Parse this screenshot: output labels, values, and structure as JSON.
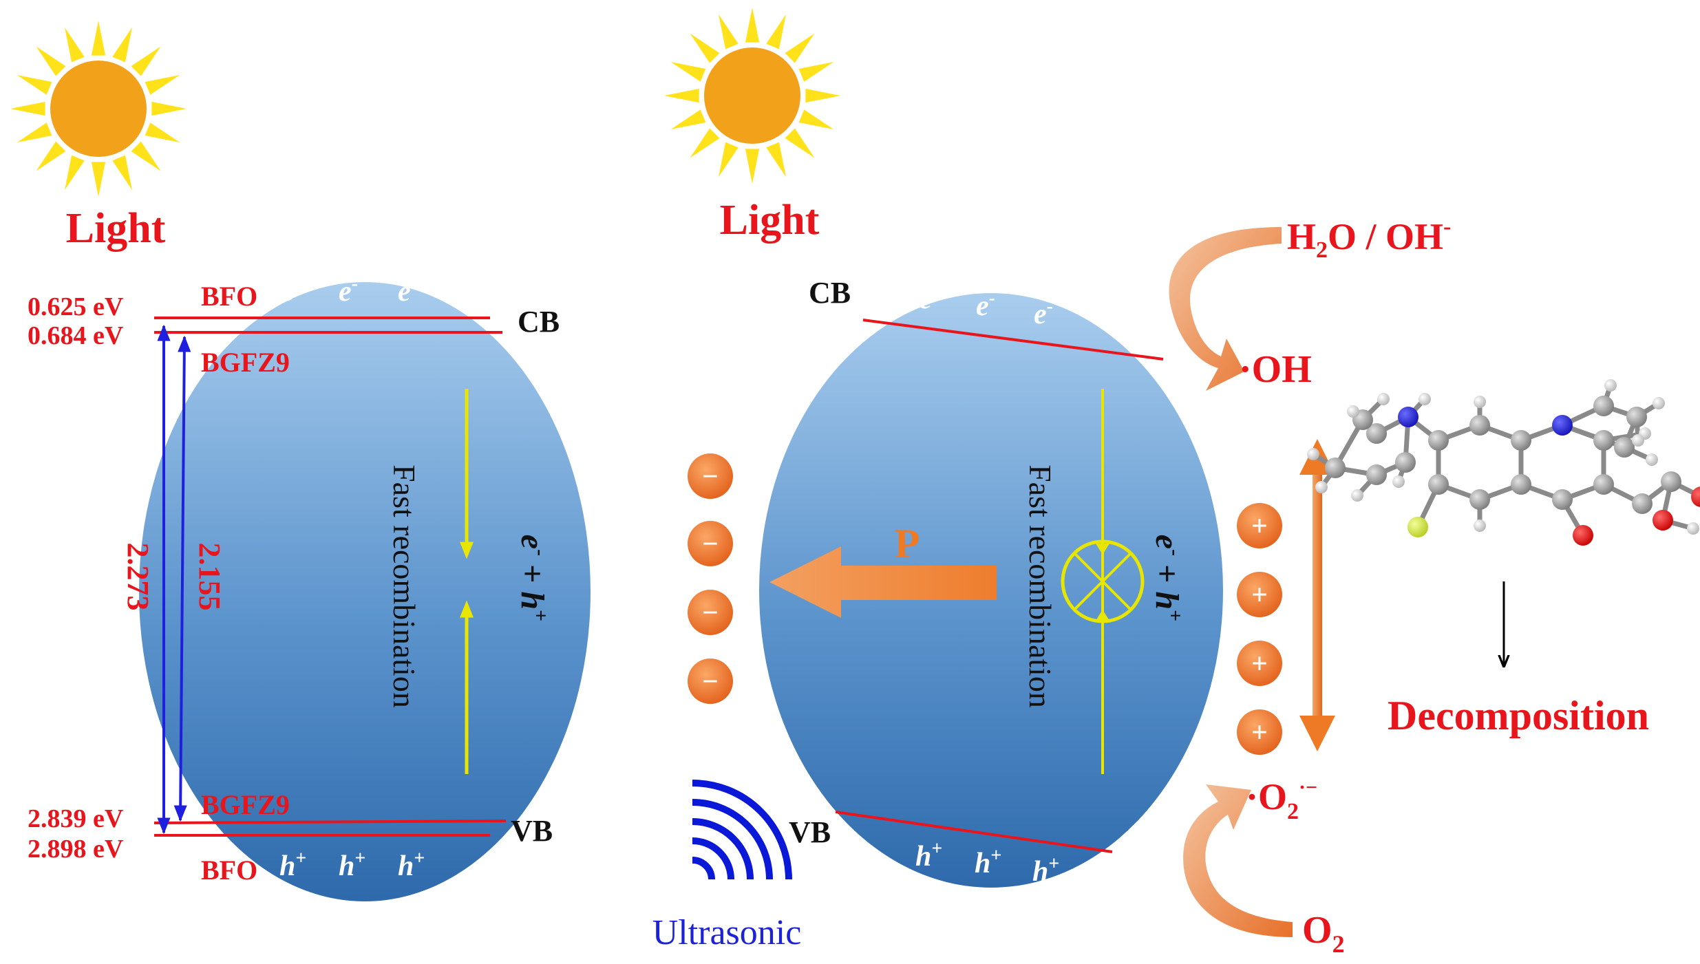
{
  "colors": {
    "label_red": "#e8161c",
    "ellipse_top": "#a9cdee",
    "ellipse_bottom": "#2e6aac",
    "band_line": "#e8161c",
    "gap_arrow": "#1f1fe0",
    "recomb_arrow": "#ffff00",
    "charge_orange": "#ee6e1f",
    "sun": "#f2a11b",
    "ultrasonic": "#0a18d8"
  },
  "left_panel": {
    "light_label": "Light",
    "energies": {
      "bfo_cb": "0.625 eV",
      "bgfz_cb": "0.684 eV",
      "bgfz_vb": "2.839 eV",
      "bfo_vb": "2.898 eV"
    },
    "material_labels": {
      "bfo_top": "BFO",
      "bgfz_top": "BGFZ9",
      "bgfz_bottom": "BGFZ9",
      "bfo_bottom": "BFO"
    },
    "cb_label": "CB",
    "vb_label": "VB",
    "gap_values": {
      "bfo": "2.273",
      "bgfz": "2.155"
    },
    "recombination_text": "Fast recombination",
    "pair_e": "e",
    "pair_h": "h",
    "electron_symbol": "e",
    "hole_symbol": "h"
  },
  "right_panel": {
    "light_label": "Light",
    "cb_label": "CB",
    "vb_label": "VB",
    "polarization_label": "P",
    "recombination_text": "Fast recombination",
    "pair_e": "e",
    "pair_h": "h",
    "electron_symbol": "e",
    "hole_symbol": "h",
    "ultrasonic_label": "Ultrasonic",
    "negative_symbol": "−",
    "positive_symbol": "+"
  },
  "reactions": {
    "h2o": {
      "a": "H",
      "sub": "2",
      "b": "O / OH",
      "sup": "-"
    },
    "oh": "·OH",
    "o2_radical": {
      "a": "·O",
      "sub": "2",
      "sup": "·−"
    },
    "o2": {
      "a": "O",
      "sub": "2"
    },
    "decomposition": "Decomposition"
  }
}
